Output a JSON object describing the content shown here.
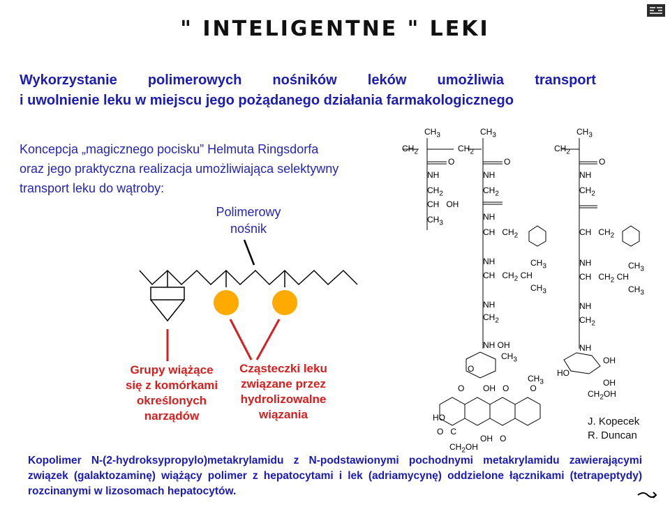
{
  "slide": {
    "title": "\" INTELIGENTNE \" LEKI",
    "subtitle_line1_words": [
      "Wykorzystanie",
      "polimerowych",
      "nośników",
      "leków",
      "umożliwia",
      "transport"
    ],
    "subtitle_line2": "i uwolnienie leku w miejscu jego pożądanego działania farmakologicznego",
    "concept_line1": "Koncepcja „magicznego pocisku” Helmuta Ringsdorfa",
    "concept_line2": "oraz jego praktyczna realizacja umożliwiająca selektywny",
    "concept_line3": "transport leku do wątroby:",
    "carrier_label_1": "Polimerowy",
    "carrier_label_2": "nośnik",
    "groups_label": [
      "Grupy wiążące",
      "się z komórkami",
      "określonych",
      "narządów"
    ],
    "particles_label": [
      "Cząsteczki leku",
      "związane przez",
      "hydrolizowalne",
      "wiązania"
    ],
    "authors_1": "J. Kopecek",
    "authors_2": "R. Duncan",
    "bottom_text": "Kopolimer N-(2-hydroksypropylo)metakrylamidu z N-podstawionymi pochodnymi metakrylamidu zawierającymi związek (galaktozaminę) wiążący polimer z hepatocytami i lek (adriamycynę) oddzielone łącznikami (tetrapeptydy) rozcinanymi w lizosomach hepatocytów."
  },
  "colors": {
    "title_banner": "#ffffff",
    "blue": "#1b1bb5",
    "red": "#d42020",
    "particle_fill": "#ffaa00"
  },
  "icons": [
    "nav-arrows-icon",
    "nav-grid-icon",
    "return-arrow-icon"
  ]
}
